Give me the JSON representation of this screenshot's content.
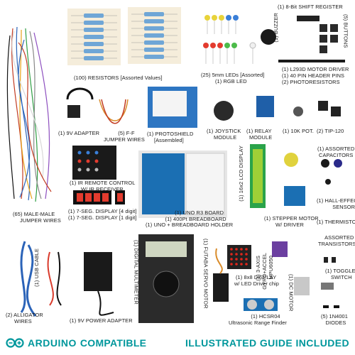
{
  "labels": {
    "resistors": "(100) RESISTORS [Assorted Values]",
    "leds_1": "(25) 5mm LEDs [Assorted]",
    "leds_2": "(1) RGB LED",
    "shift_register": "(1) 8-Bit SHIFT REGISTER",
    "buzzer": "(1) BUZZER",
    "buttons": "(5) BUTTONS",
    "motor_driver": "(1) L293D MOTOR DRIVER",
    "header_pins": "(1) 40 PIN HEADER PINS",
    "photoresistors": "(2) PHOTORESISTORS",
    "battery_adapter": "(1) 9V ADAPTER",
    "ff_wires_1": "(5) F-F",
    "ff_wires_2": "JUMPER WIRES",
    "protoshield_1": "(1) PROTOSHIELD",
    "protoshield_2": "[Assembled]",
    "joystick_1": "(1) JOYSTICK",
    "joystick_2": "MODULE",
    "relay_1": "(1) RELAY",
    "relay_2": "MODULE",
    "pot": "(1) 10K POT.",
    "tip120": "(2) TIP-120",
    "capacitors_1": "(1) ASSORTED",
    "capacitors_2": "CAPACITORS",
    "ir_remote_1": "(1) IR REMOTE CONTROL",
    "ir_remote_2": "W/ IR RECEIVER",
    "lcd": "(1) 16x2 LCD DISPLAY",
    "hall_1": "(1) HALL-EFFECT",
    "hall_2": "SENSOR",
    "thermistor": "(1) THERMISTOR",
    "male_wires_1": "(65) MALE-MALE",
    "male_wires_2": "JUMPER WIRES",
    "seg_1": "(1) 7-SEG. DISPLAY [4 digit]",
    "seg_2": "(1) 7-SEG. DISPLAY [1 digit]",
    "uno_1": "(1) UNO R3 BOARD",
    "uno_2": "(1) 400Pt BREADBOARD",
    "uno_3": "(1) UNO + BREADBOARD HOLDER",
    "stepper_1": "(1) STEPPER MOTOR",
    "stepper_2": "W/ DRIVER",
    "transistors_1": "ASSORTED",
    "transistors_2": "TRANSISTORS",
    "multimeter": "(1) DIGITAL MULTIMETER",
    "servo": "(1) FUTABA SERVO MOTOR",
    "axis_1": "(1) 3-AXIS",
    "axis_2": "GYRO+ACCEL",
    "axis_3": "MPU6050",
    "toggle_1": "(1) TOGGLE",
    "toggle_2": "SWITCH",
    "usb_cable": "(1) USB CABLE",
    "matrix_1": "(1) 8x8 DISPLAY",
    "matrix_2": "w/ LED Driver chip",
    "dc_motor": "(1) DC MOTOR",
    "alligator_1": "(2) ALLIGATOR",
    "alligator_2": "WIRES",
    "power_adapter": "(1) 9V POWER ADAPTER",
    "ultrasonic_1": "(1) HCSR04",
    "ultrasonic_2": "Ultrasonic Range Finder",
    "diodes_1": "(5) 1N4001",
    "diodes_2": "DIODES"
  },
  "footer": {
    "brand_name": "ARDUINO",
    "brand_suffix": "COMPATIBLE",
    "guide": "ILLUSTRATED GUIDE INCLUDED"
  },
  "colors": {
    "brand_teal": "#00979c",
    "label_text": "#1a1a1a",
    "arduino_blue": "#1b6fb3",
    "lcd_green": "#9fcf37",
    "led_matrix_red": "#e0261b",
    "multimeter_body": "#2b2b2b"
  }
}
